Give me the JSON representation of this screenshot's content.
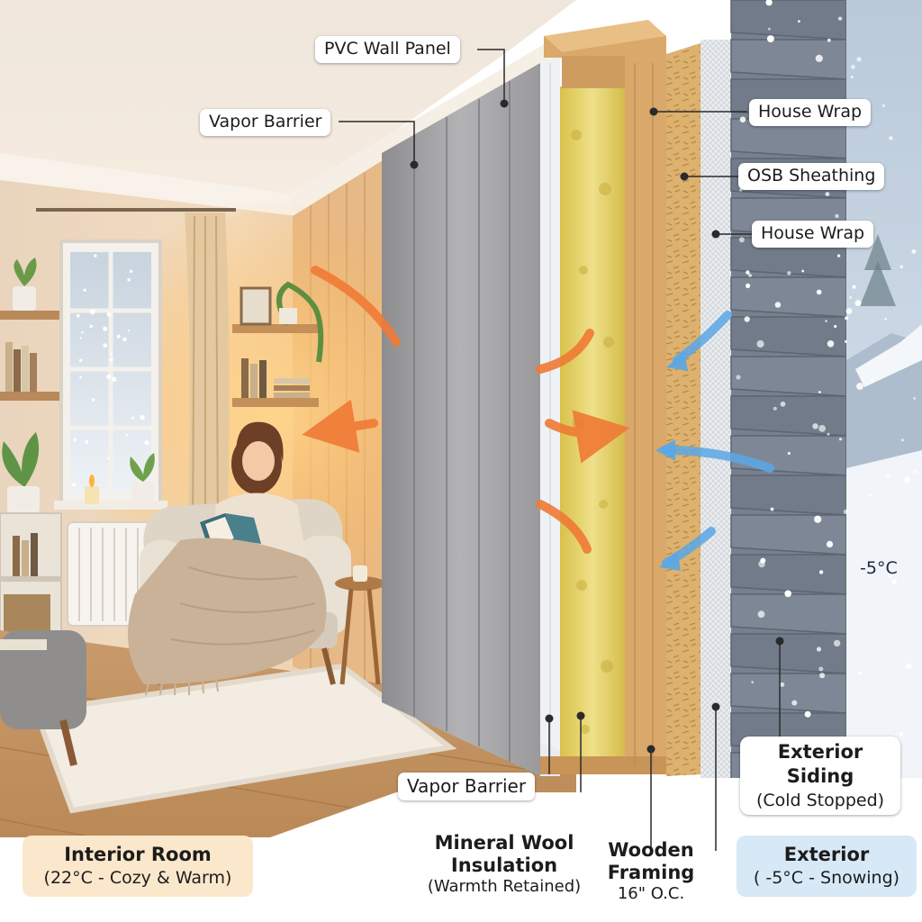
{
  "labels": {
    "pvc_wall_panel": "PVC Wall Panel",
    "vapor_barrier_top": "Vapor Barrier",
    "house_wrap_top": "House Wrap",
    "osb_sheathing": "OSB Sheathing",
    "house_wrap_mid": "House Wrap",
    "vapor_barrier_bottom": "Vapor Barrier"
  },
  "exterior_siding": {
    "title": "Exterior Siding",
    "note": "(Cold Stopped)"
  },
  "interior_room": {
    "title": "Interior Room",
    "note": "(22°C - Cozy & Warm)"
  },
  "mineral_wool": {
    "line1": "Mineral Wool",
    "line2": "Insulation",
    "note": "(Warmth Retained)"
  },
  "wooden_framing": {
    "line1": "Wooden",
    "line2": "Framing",
    "note": "16\" O.C."
  },
  "exterior": {
    "title": "Exterior",
    "note": "( -5°C - Snowing)"
  },
  "outside_temperature": "-5°C",
  "colors": {
    "warm_air": "#f07a35",
    "cold_air": "#5ba7e6",
    "insulation": "#e6d36a",
    "pvc_panel": "#a6a6a8",
    "framing_wood": "#d9a86a",
    "osb": "#dcb26e",
    "siding": "#76808e",
    "interior_box": "#fbe8cc",
    "exterior_box": "#d7e8f6"
  },
  "icons": [
    "warm-air-arrow-icon",
    "cold-air-arrow-icon",
    "snowflake-icon",
    "candle-icon",
    "book-icon"
  ]
}
